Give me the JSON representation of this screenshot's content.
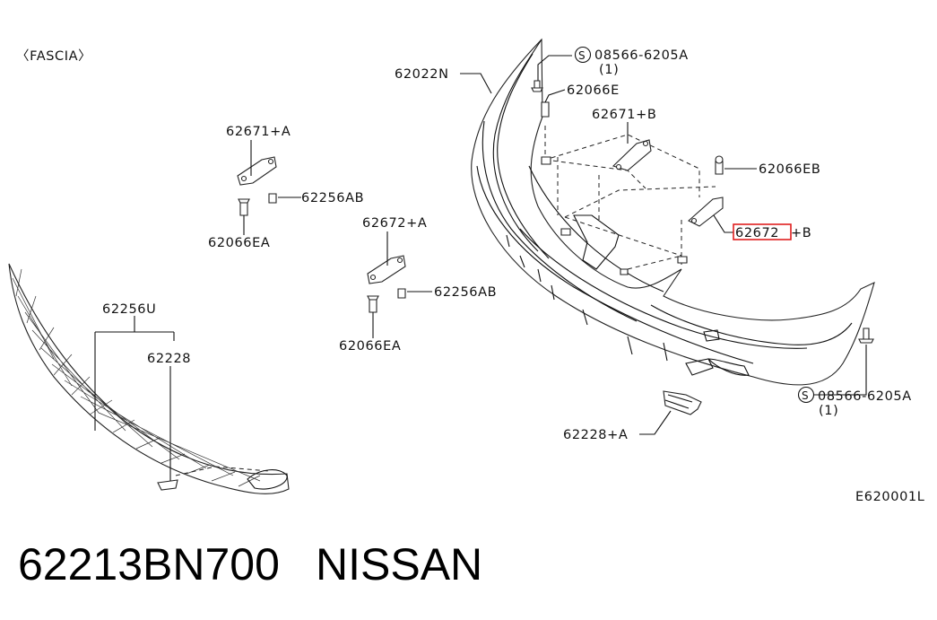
{
  "diagram": {
    "section_label": "〈FASCIA〉",
    "drawing_code": "E620001L",
    "labels": {
      "fascia_main": "62022N",
      "bolt_top_circle": "S",
      "bolt_top_part": "08566-6205A",
      "bolt_top_qty": "(1)",
      "clip_top": "62066E",
      "bracket_right_upper": "62671+B",
      "clip_right": "62066EB",
      "bracket_right_lower_highlight": "62672",
      "bracket_right_lower_suffix": "+B",
      "bracket_left_upper": "62671+A",
      "screw_left_upper": "62256AB",
      "clip_left_upper": "62066EA",
      "bracket_left_lower": "62672+A",
      "screw_left_lower": "62256AB",
      "clip_left_lower": "62066EA",
      "grille_assy": "62256U",
      "grille": "62228",
      "bolt_bottom_circle": "S",
      "bolt_bottom_part": "08566-6205A",
      "bolt_bottom_qty": "(1)",
      "grille_a": "62228+A"
    },
    "highlight_color": "#e02020"
  },
  "caption": {
    "part_number": "62213BN700",
    "brand": "NISSAN"
  }
}
